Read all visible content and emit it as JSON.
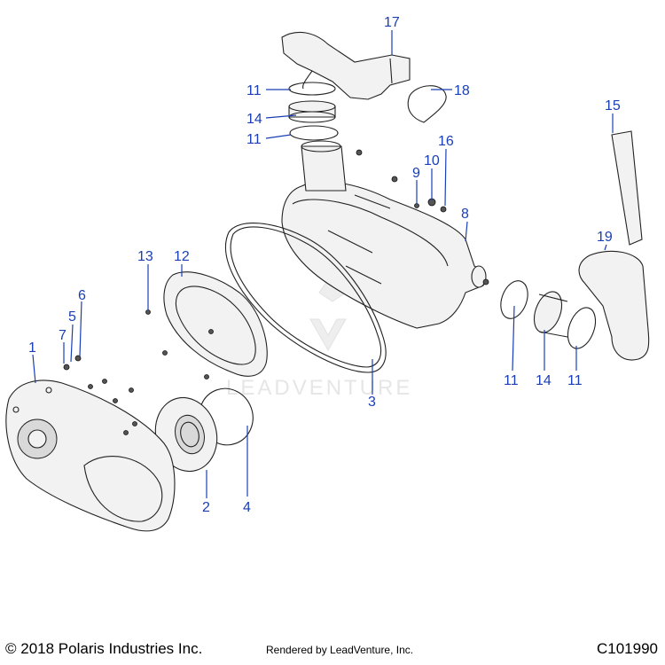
{
  "watermark": "LEADVENTURE",
  "footer": {
    "copyright": "© 2018 Polaris Industries Inc.",
    "rendered_by": "Rendered by LeadVenture, Inc.",
    "drawing_id": "C101990"
  },
  "callouts": [
    "1",
    "2",
    "3",
    "4",
    "5",
    "6",
    "7",
    "8",
    "9",
    "10",
    "11",
    "12",
    "13",
    "14",
    "15",
    "16",
    "17",
    "18",
    "19"
  ],
  "callout_labels": {
    "c1": "1",
    "c2": "2",
    "c3": "3",
    "c4": "4",
    "c5": "5",
    "c6": "6",
    "c7": "7",
    "c8": "8",
    "c9": "9",
    "c10": "10",
    "c11a": "11",
    "c11b": "11",
    "c11c": "11",
    "c11d": "11",
    "c12": "12",
    "c13": "13",
    "c14a": "14",
    "c14b": "14",
    "c15": "15",
    "c16": "16",
    "c17": "17",
    "c18": "18",
    "c19": "19"
  },
  "colors": {
    "callout": "#1a3fb5",
    "outline": "#222222",
    "fill": "#f2f2f2"
  }
}
